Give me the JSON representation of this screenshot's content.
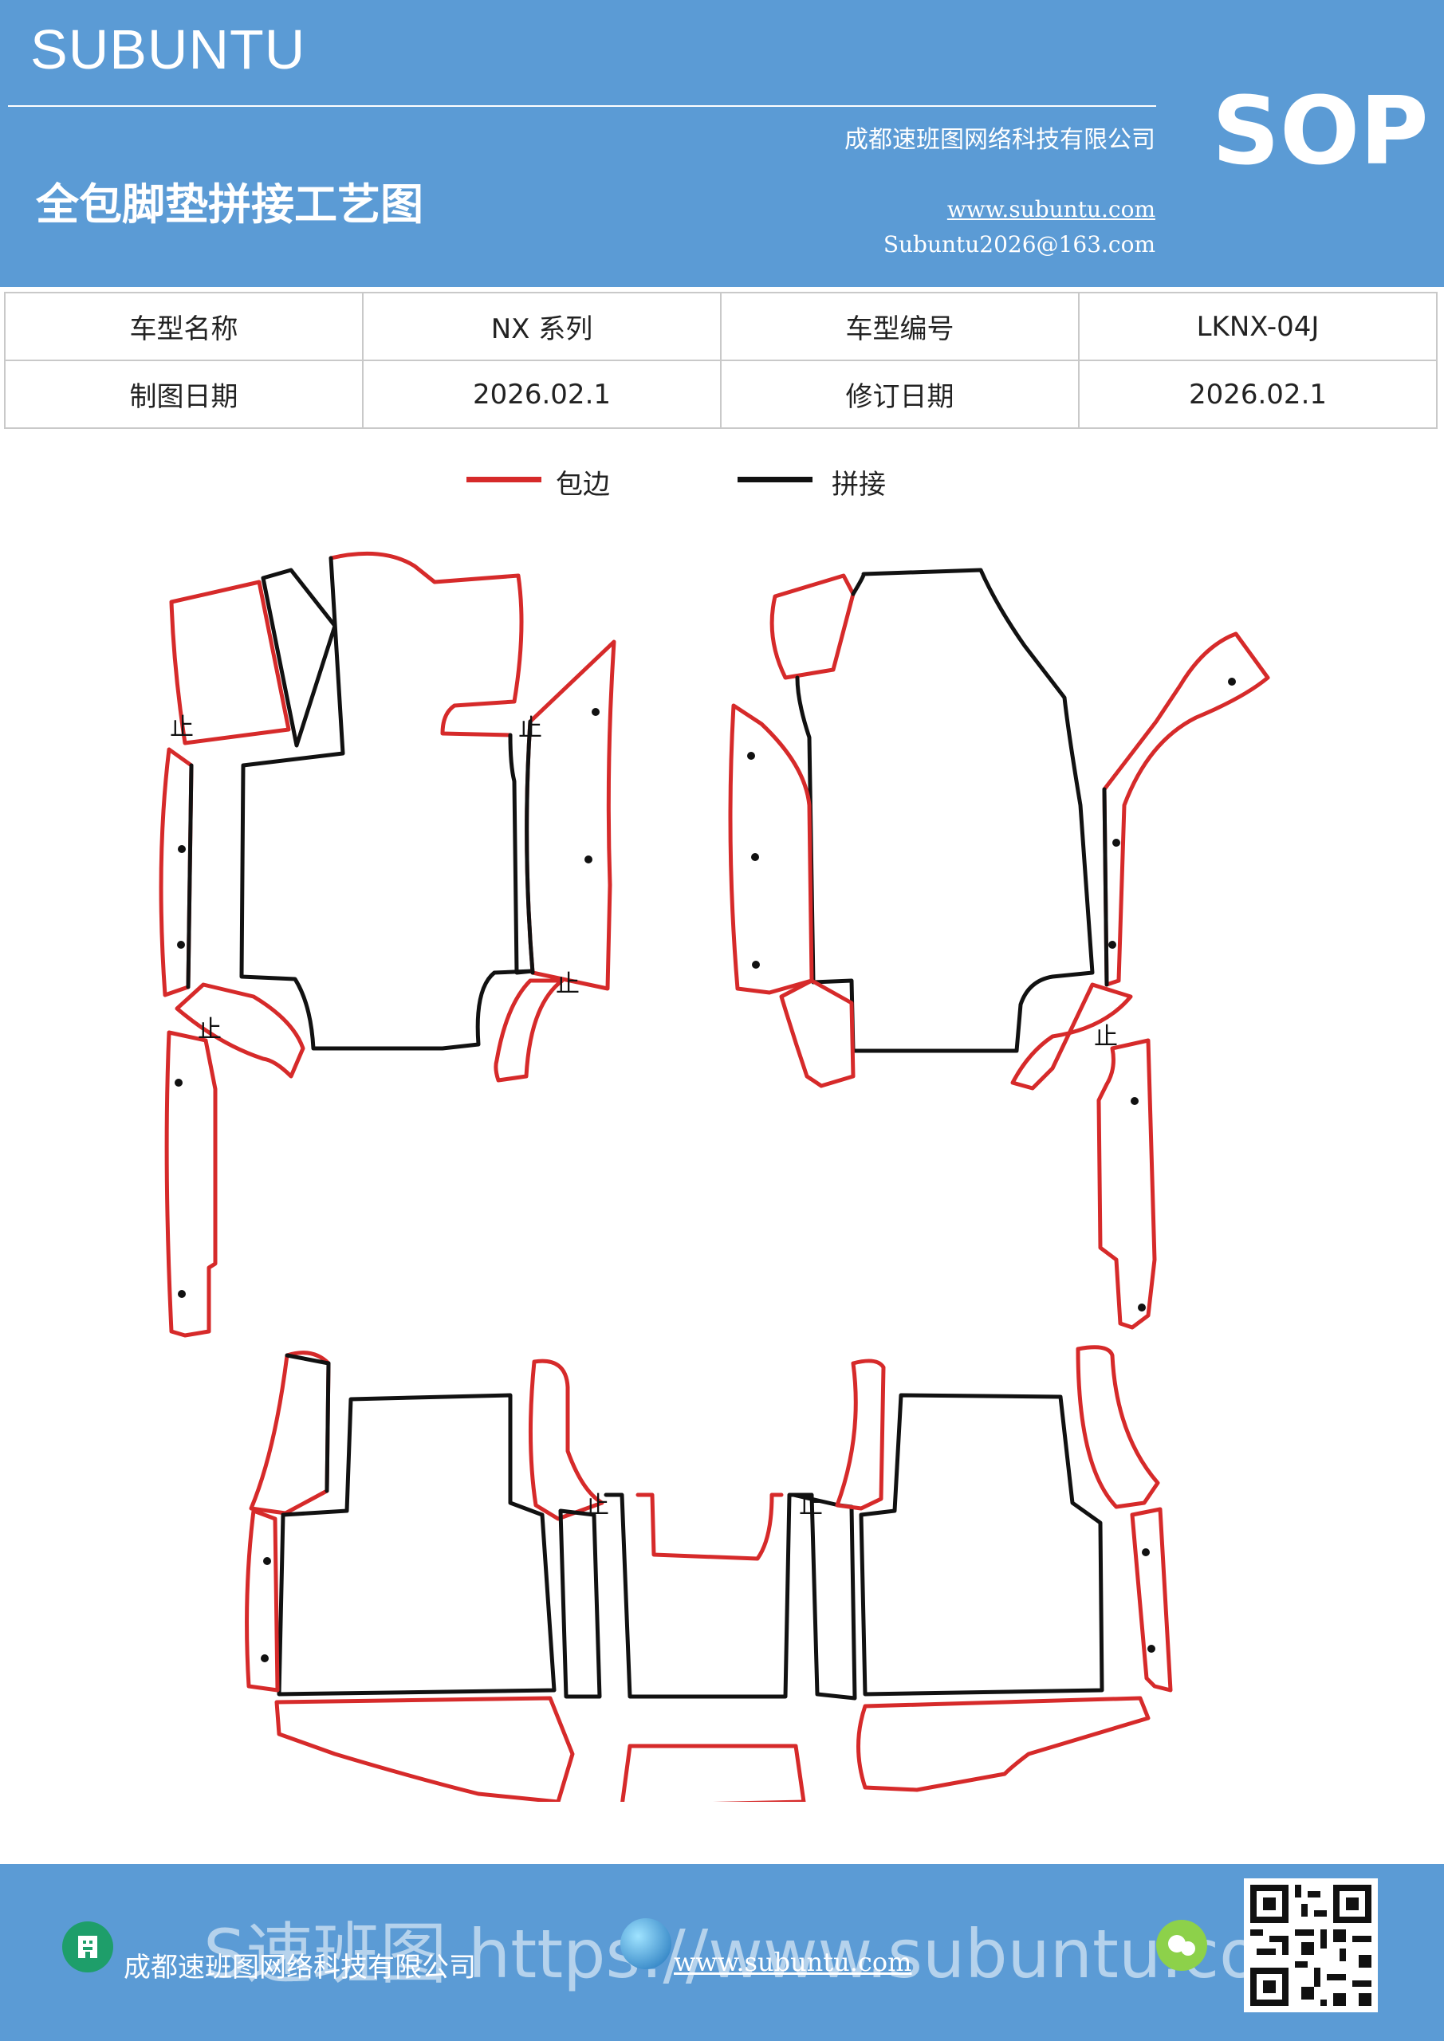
{
  "header": {
    "brand": "SUBUNTU",
    "sop": "SOP",
    "company": "成都速班图网络科技有限公司",
    "title": "全包脚垫拼接工艺图",
    "website": "www.subuntu.com",
    "email": "Subuntu2026@163.com",
    "bg_color": "#5b9bd5"
  },
  "info_table": {
    "rows": [
      [
        "车型名称",
        "NX 系列",
        "车型编号",
        "LKNX-04J"
      ],
      [
        "制图日期",
        "2026.02.1",
        "修订日期",
        "2026.02.1"
      ]
    ]
  },
  "legend": {
    "edging": {
      "label": "包边",
      "color": "#d62a2a"
    },
    "splice": {
      "label": "拼接",
      "color": "#111111"
    }
  },
  "diagram": {
    "marker_glyph": "止",
    "edge_color": "#d62a2a",
    "splice_color": "#111111"
  },
  "footer": {
    "company": "成都速班图网络科技有限公司",
    "website": "www.subuntu.com",
    "watermark": "S速班图 https://www.subuntu.com",
    "building_icon": "building-icon",
    "globe_icon": "globe-icon",
    "chat_icon": "chat-icon",
    "qr_icon": "qr-code-icon"
  }
}
